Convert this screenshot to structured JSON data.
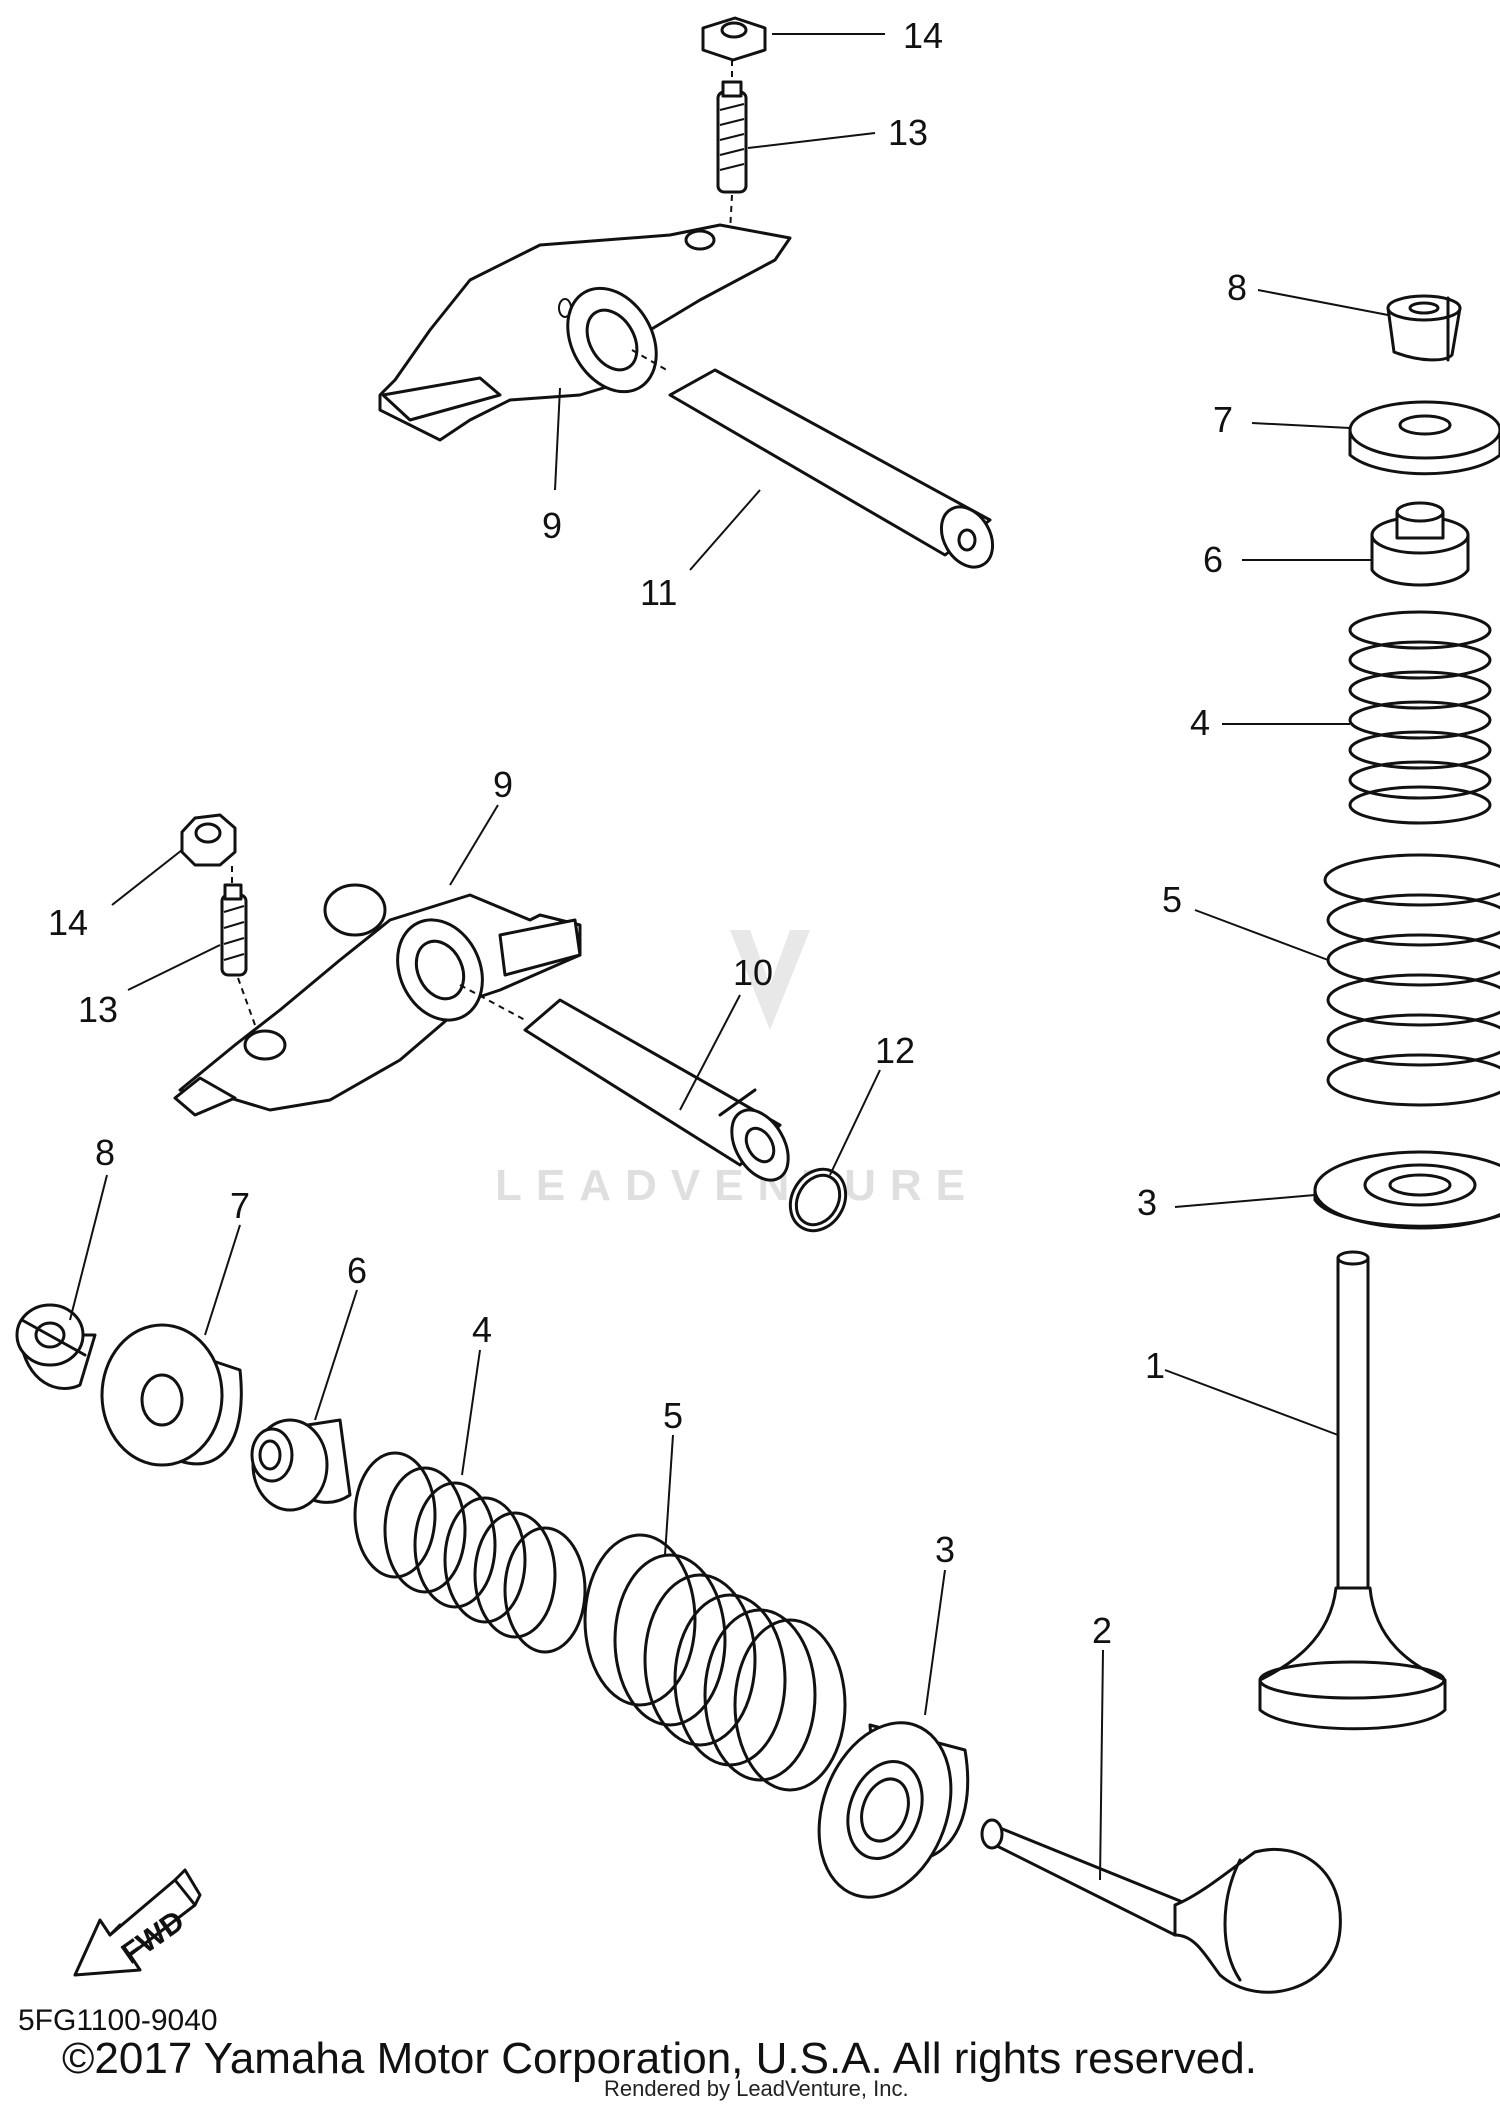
{
  "callouts": {
    "c1": "1",
    "c2": "2",
    "c3a": "3",
    "c3b": "3",
    "c4a": "4",
    "c4b": "4",
    "c5a": "5",
    "c5b": "5",
    "c6a": "6",
    "c6b": "6",
    "c7a": "7",
    "c7b": "7",
    "c8a": "8",
    "c8b": "8",
    "c9a": "9",
    "c9b": "9",
    "c10": "10",
    "c11": "11",
    "c12": "12",
    "c13a": "13",
    "c13b": "13",
    "c14a": "14",
    "c14b": "14"
  },
  "fwd_label": "FWD",
  "watermark": "LEADVENTURE",
  "part_code": "5FG1100-9040",
  "copyright": "©2017 Yamaha Motor Corporation, U.S.A. All rights reserved.",
  "rendered_by": "Rendered by LeadVenture, Inc."
}
